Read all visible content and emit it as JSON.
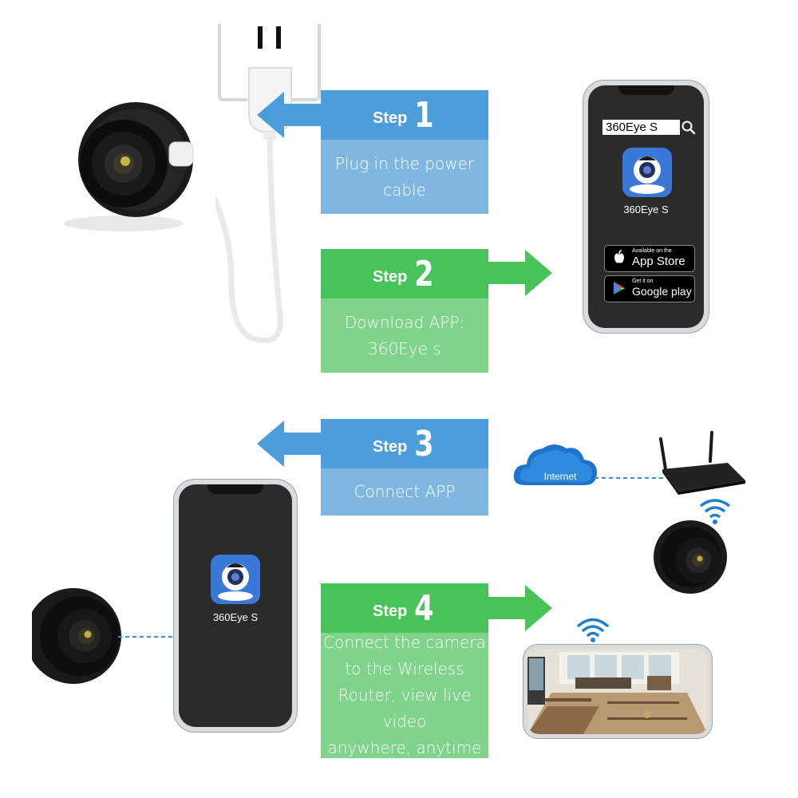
{
  "steps": [
    {
      "label": "Step",
      "number": "1",
      "text_lines": [
        "Plug in the power",
        "cable"
      ]
    },
    {
      "label": "Step",
      "number": "2",
      "text_lines": [
        "Download APP:",
        "360Eye s"
      ]
    },
    {
      "label": "Step",
      "number": "3",
      "text_lines": [
        "Connect APP"
      ]
    },
    {
      "label": "Step",
      "number": "4",
      "text_lines": [
        "Connect the camera",
        "to the Wireless",
        "Router, view live video",
        "anywhere, anytime"
      ]
    }
  ],
  "phone_top": {
    "search_text": "360Eye S",
    "app_name": "360Eye S",
    "app_store": {
      "small": "Available on the",
      "big": "App Store"
    },
    "google_play": {
      "small": "Get it on",
      "big": "Google play"
    }
  },
  "phone_bottom": {
    "app_name": "360Eye S"
  },
  "cloud_label": "Internet",
  "colors": {
    "blue": "#4e9ddb",
    "blue_light": "#7fb6e2",
    "green": "#47c35a",
    "green_light": "#7fd38a",
    "wifi": "#1e7fd0",
    "dashed": "#3a8fd8"
  }
}
